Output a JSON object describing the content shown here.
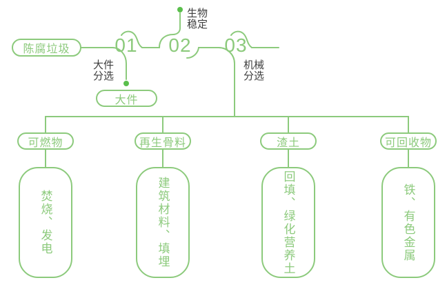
{
  "palette": {
    "line-green": "#8cca7c",
    "dot-green": "#5abf4c",
    "label-gray": "#3d3d3d",
    "background": "#ffffff"
  },
  "source": {
    "label": "陈腐垃圾"
  },
  "steps": [
    {
      "number": "01",
      "process": "大件分选",
      "branch_pill": "大件"
    },
    {
      "number": "02",
      "process": "生物稳定"
    },
    {
      "number": "03",
      "process": "机械分选"
    }
  ],
  "outputs": [
    {
      "category": "可燃物",
      "use": "焚烧、发电"
    },
    {
      "category": "再生骨料",
      "use": "建筑材料、填埋"
    },
    {
      "category": "渣土",
      "use": "回填、绿化营养土"
    },
    {
      "category": "可回收物",
      "use": "铁、有色金属"
    }
  ]
}
